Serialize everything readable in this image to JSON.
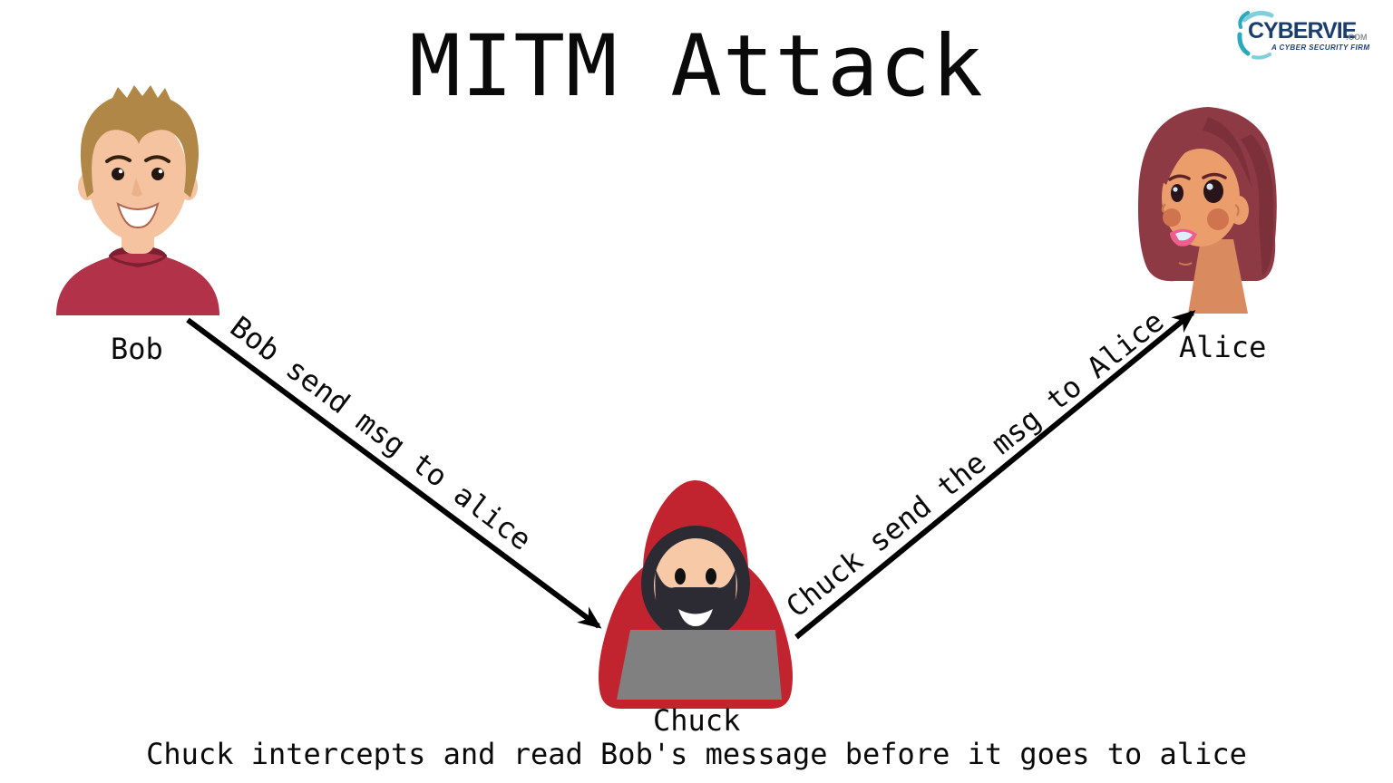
{
  "title": "MITM Attack",
  "logo": {
    "brand": "CYBERVIE",
    "tld": ".COM",
    "tagline": "A CYBER SECURITY FIRM",
    "navy": "#1c3e6e",
    "teal": "#2aa9be",
    "light_teal": "#7fd0dc"
  },
  "actors": {
    "bob": {
      "label": "Bob"
    },
    "chuck": {
      "label": "Chuck"
    },
    "alice": {
      "label": "Alice"
    }
  },
  "arrows": [
    {
      "from": "Bob",
      "to": "Chuck",
      "label": "Bob send msg to alice"
    },
    {
      "from": "Chuck",
      "to": "Alice",
      "label": "Chuck send the msg to Alice"
    }
  ],
  "caption": "Chuck intercepts and read Bob's message before it goes to alice",
  "colors": {
    "background": "#ffffff",
    "text": "#0a0a0a",
    "arrow": "#000000",
    "bob_hair": "#b08746",
    "bob_skin": "#f6c3a0",
    "bob_shirt": "#b23249",
    "bob_collar": "#7d1f31",
    "alice_hair": "#8e3a45",
    "alice_skin": "#eb9e6b",
    "alice_blush": "#d0734f",
    "alice_lips": "#ee5f90",
    "chuck_hoodie": "#c1242f",
    "chuck_hood_interior": "#2c2b33",
    "chuck_skin": "#f8c9a7",
    "laptop": "#808080"
  }
}
